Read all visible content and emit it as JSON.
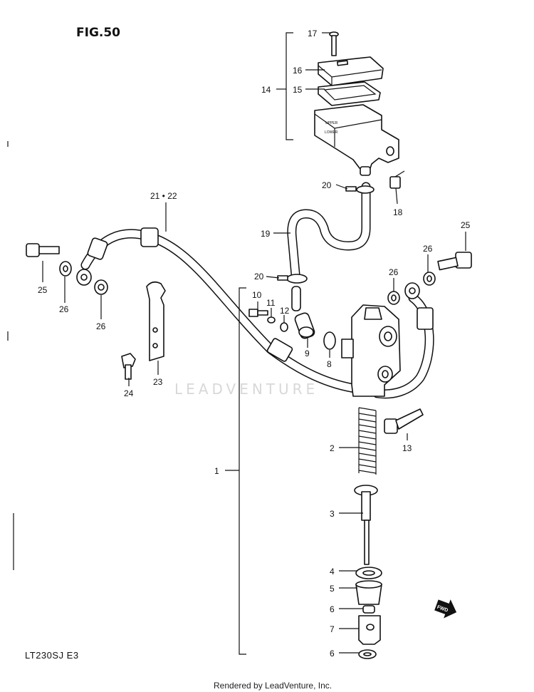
{
  "figure_title": "FIG.50",
  "model_label": "LT230SJ E3",
  "footer": "Rendered by LeadVenture, Inc.",
  "watermark": "LEADVENTURE",
  "reservoir_marks": {
    "upper": "UPPER",
    "lower": "LOWER"
  },
  "arrow_label": "FWD",
  "callouts": [
    {
      "id": "17",
      "text": "17"
    },
    {
      "id": "16",
      "text": "16"
    },
    {
      "id": "15",
      "text": "15"
    },
    {
      "id": "14",
      "text": "14"
    },
    {
      "id": "20a",
      "text": "20"
    },
    {
      "id": "18",
      "text": "18"
    },
    {
      "id": "21-22",
      "text": "21 • 22"
    },
    {
      "id": "19",
      "text": "19"
    },
    {
      "id": "25a",
      "text": "25"
    },
    {
      "id": "26a",
      "text": "26"
    },
    {
      "id": "26b",
      "text": "26"
    },
    {
      "id": "20b",
      "text": "20"
    },
    {
      "id": "10",
      "text": "10"
    },
    {
      "id": "11",
      "text": "11"
    },
    {
      "id": "12",
      "text": "12"
    },
    {
      "id": "9",
      "text": "9"
    },
    {
      "id": "8",
      "text": "8"
    },
    {
      "id": "26c",
      "text": "26"
    },
    {
      "id": "26d",
      "text": "26"
    },
    {
      "id": "25b",
      "text": "25"
    },
    {
      "id": "24",
      "text": "24"
    },
    {
      "id": "23",
      "text": "23"
    },
    {
      "id": "13",
      "text": "13"
    },
    {
      "id": "2",
      "text": "2"
    },
    {
      "id": "1",
      "text": "1"
    },
    {
      "id": "3",
      "text": "3"
    },
    {
      "id": "4",
      "text": "4"
    },
    {
      "id": "5",
      "text": "5"
    },
    {
      "id": "6a",
      "text": "6"
    },
    {
      "id": "7",
      "text": "7"
    },
    {
      "id": "6b",
      "text": "6"
    }
  ]
}
